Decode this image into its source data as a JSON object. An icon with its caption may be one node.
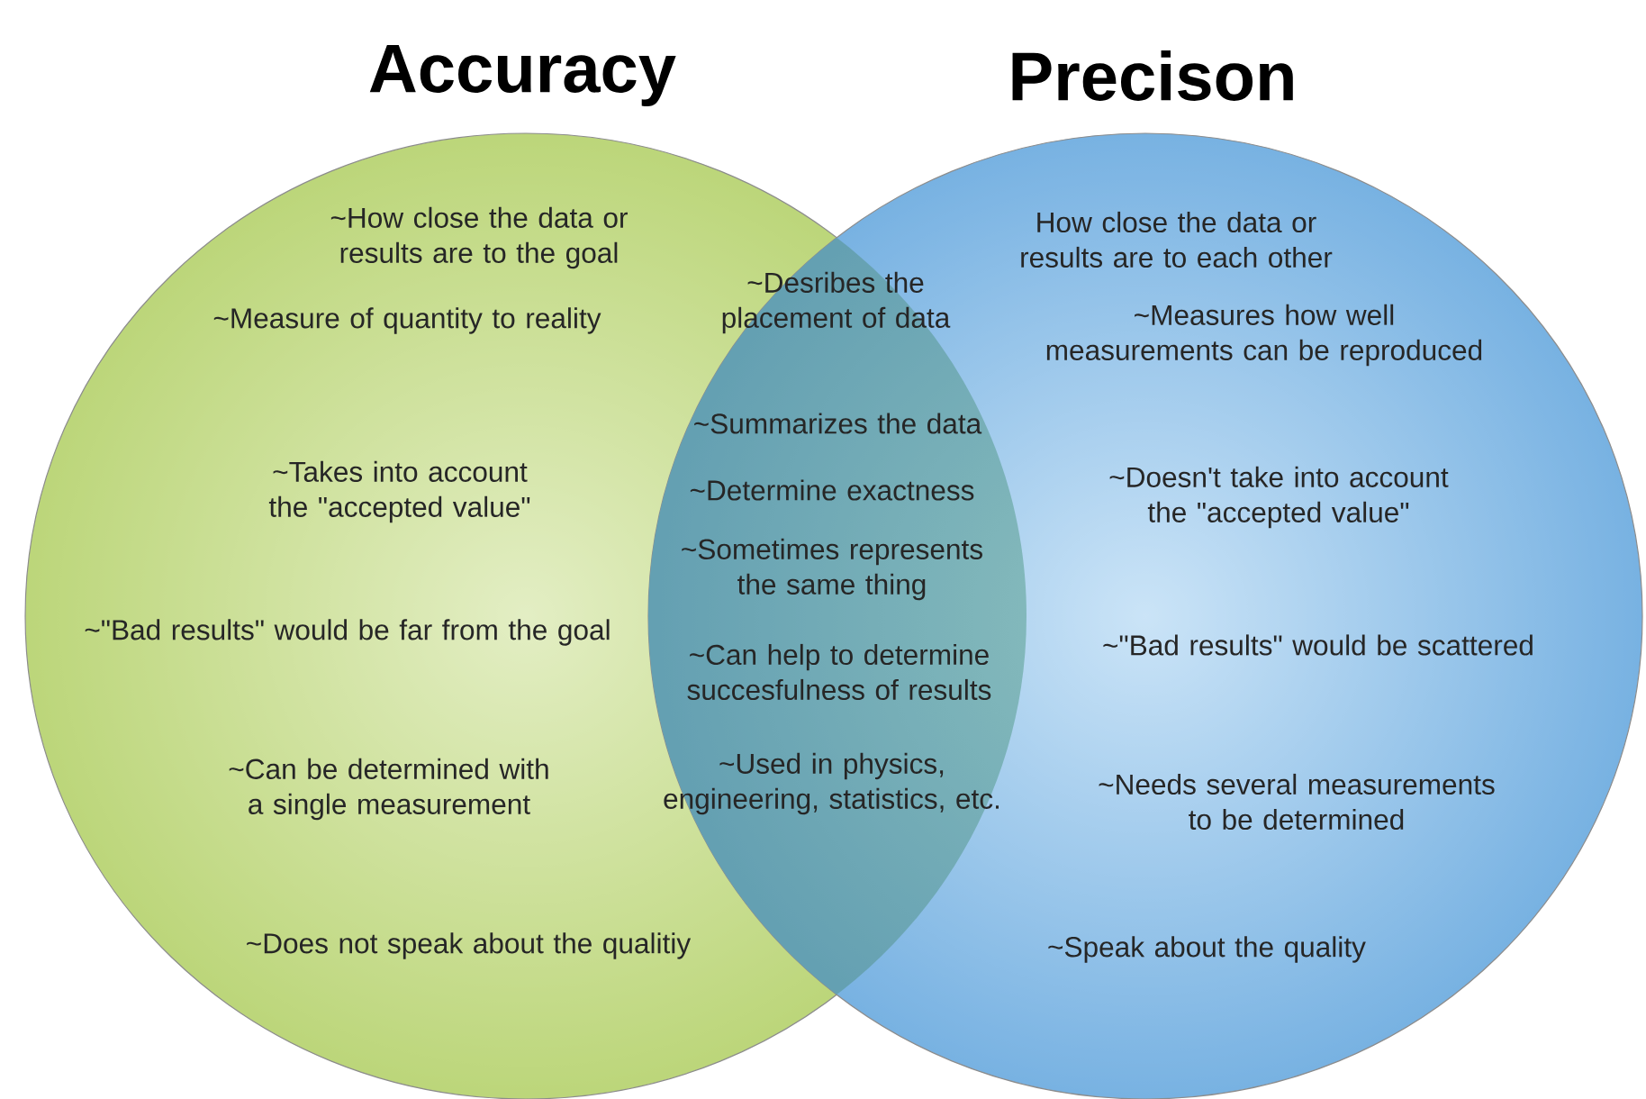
{
  "diagram": {
    "nodes": [
      {
        "text": [
          "Accuracy",
          "~How close the data or results are to the goal",
          "~Measure of quantity to reality",
          "~Takes into account the \"accepted value\"",
          "~\"Bad results\" would be far from the goal",
          "~Can be determined with a single measurement",
          "~Does not speak about the qualitiy"
        ]
      },
      {
        "text": [
          "Precison",
          "How close the data or results are to each other",
          "~Measures how well measurements can be reproduced",
          "~Doesn't take into account the \"accepted value\"",
          "~\"Bad results\" would be scattered",
          "~Needs several measurements to be determined",
          "~Speak about the quality"
        ]
      },
      {
        "text": [
          "~Desribes the placement of data",
          "~Summarizes the data",
          "~Determine exactness",
          "~Sometimes represents the same thing",
          "~Can help to determine succesfulness of results",
          "~Used in physics, engineering, statistics, etc."
        ]
      }
    ],
    "edges": []
  }
}
